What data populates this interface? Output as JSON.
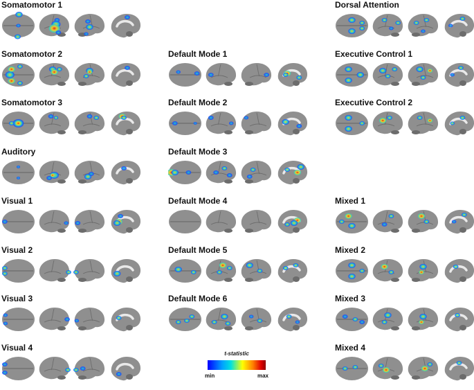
{
  "views": [
    "dorsal-view",
    "left-lateral-view",
    "right-lateral-view",
    "medial-view"
  ],
  "panels": [
    {
      "title": "Somatomotor 1",
      "blobs": [
        [
          [
            0,
            0.5,
            0.5,
            2.5
          ],
          [
            1,
            0.52,
            0.1,
            4
          ],
          [
            1,
            0.48,
            0.9,
            3.5
          ]
        ],
        [
          [
            0,
            0.58,
            0.3,
            3
          ],
          [
            1,
            0.55,
            0.45,
            5
          ],
          [
            2,
            0.5,
            0.6,
            6
          ],
          [
            0,
            0.62,
            0.75,
            3
          ]
        ],
        [
          [
            0,
            0.45,
            0.35,
            3
          ],
          [
            1,
            0.5,
            0.55,
            4
          ],
          [
            0,
            0.4,
            0.8,
            2.5
          ]
        ],
        [
          [
            0,
            0.55,
            0.2,
            3
          ]
        ]
      ]
    },
    {
      "title": "Somatomotor 2",
      "blobs": [
        [
          [
            1,
            0.25,
            0.5,
            5
          ],
          [
            2,
            0.3,
            0.3,
            4
          ],
          [
            2,
            0.3,
            0.72,
            4
          ],
          [
            1,
            0.55,
            0.2,
            3
          ],
          [
            1,
            0.55,
            0.8,
            3
          ]
        ],
        [
          [
            1,
            0.45,
            0.3,
            4
          ],
          [
            2,
            0.5,
            0.4,
            4
          ],
          [
            1,
            0.65,
            0.3,
            3
          ]
        ],
        [
          [
            1,
            0.5,
            0.35,
            4
          ],
          [
            2,
            0.5,
            0.4,
            3
          ],
          [
            1,
            0.4,
            0.55,
            3
          ]
        ],
        [
          [
            0,
            0.55,
            0.25,
            3
          ]
        ]
      ]
    },
    {
      "title": "Somatomotor 3",
      "blobs": [
        [
          [
            1,
            0.5,
            0.5,
            6
          ],
          [
            2,
            0.5,
            0.5,
            4
          ],
          [
            1,
            0.3,
            0.5,
            3
          ]
        ],
        [
          [
            0,
            0.4,
            0.25,
            3
          ],
          [
            1,
            0.55,
            0.3,
            2.5
          ]
        ],
        [
          [
            0,
            0.5,
            0.25,
            3
          ],
          [
            1,
            0.7,
            0.3,
            3
          ]
        ],
        [
          [
            2,
            0.4,
            0.25,
            4
          ],
          [
            1,
            0.45,
            0.3,
            3
          ]
        ]
      ]
    },
    {
      "title": "Auditory",
      "blobs": [
        [
          [
            0,
            0.5,
            0.3,
            2
          ],
          [
            0,
            0.5,
            0.7,
            2
          ]
        ],
        [
          [
            1,
            0.5,
            0.6,
            5
          ],
          [
            2,
            0.45,
            0.6,
            3
          ],
          [
            0,
            0.35,
            0.7,
            3
          ]
        ],
        [
          [
            1,
            0.45,
            0.65,
            4
          ],
          [
            0,
            0.55,
            0.55,
            3
          ]
        ],
        [
          [
            0,
            0.45,
            0.35,
            3
          ]
        ]
      ]
    },
    {
      "title": "Visual 1",
      "blobs": [
        [
          [
            0,
            0.1,
            0.5,
            3
          ]
        ],
        [
          [
            0,
            0.85,
            0.55,
            2.5
          ]
        ],
        [
          [
            0,
            0.15,
            0.55,
            3
          ]
        ],
        [
          [
            2,
            0.3,
            0.5,
            4
          ],
          [
            1,
            0.25,
            0.55,
            4
          ],
          [
            0,
            0.35,
            0.3,
            3
          ]
        ]
      ]
    },
    {
      "title": "Visual 2",
      "blobs": [
        [
          [
            1,
            0.1,
            0.4,
            3
          ],
          [
            1,
            0.1,
            0.6,
            3
          ]
        ],
        [
          [
            1,
            0.92,
            0.55,
            3
          ]
        ],
        [
          [
            1,
            0.1,
            0.55,
            3
          ]
        ],
        [
          [
            1,
            0.25,
            0.6,
            4
          ]
        ]
      ]
    },
    {
      "title": "Visual 3",
      "blobs": [
        [
          [
            0,
            0.12,
            0.35,
            2.5
          ],
          [
            0,
            0.12,
            0.65,
            2.5
          ]
        ],
        [
          [
            0,
            0.88,
            0.5,
            3
          ]
        ],
        [
          [
            0,
            0.12,
            0.55,
            2.5
          ]
        ],
        [
          [
            1,
            0.3,
            0.45,
            3
          ]
        ]
      ]
    },
    {
      "title": "Visual 4",
      "blobs": [
        [
          [
            0,
            0.1,
            0.35,
            3
          ],
          [
            0,
            0.1,
            0.65,
            3
          ]
        ],
        [
          [
            1,
            0.9,
            0.55,
            3
          ]
        ],
        [
          [
            0,
            0.3,
            0.5,
            3
          ],
          [
            1,
            0.1,
            0.55,
            3
          ]
        ],
        [
          [
            0,
            0.3,
            0.7,
            3
          ]
        ]
      ]
    },
    {
      "title": "Default Mode 1",
      "blobs": [
        [
          [
            0,
            0.85,
            0.45,
            3
          ],
          [
            0,
            0.3,
            0.4,
            2.5
          ]
        ],
        [
          [
            0,
            0.2,
            0.5,
            3
          ]
        ],
        [
          [
            0,
            0.8,
            0.5,
            3
          ]
        ],
        [
          [
            2,
            0.35,
            0.45,
            4
          ],
          [
            1,
            0.7,
            0.6,
            3
          ],
          [
            1,
            0.3,
            0.5,
            3
          ]
        ]
      ]
    },
    {
      "title": "Default Mode 2",
      "blobs": [
        [
          [
            0,
            0.2,
            0.5,
            3
          ],
          [
            0,
            0.8,
            0.5,
            2
          ]
        ],
        [
          [
            0,
            0.2,
            0.3,
            3
          ],
          [
            0,
            0.8,
            0.5,
            2.5
          ]
        ],
        [
          [
            0,
            0.2,
            0.3,
            2.5
          ]
        ],
        [
          [
            1,
            0.3,
            0.45,
            4
          ],
          [
            0,
            0.7,
            0.6,
            3
          ]
        ]
      ]
    },
    {
      "title": "Default Mode 3",
      "blobs": [
        [
          [
            2,
            0.1,
            0.5,
            5
          ],
          [
            1,
            0.2,
            0.5,
            4
          ],
          [
            0,
            0.6,
            0.5,
            3
          ]
        ],
        [
          [
            0,
            0.35,
            0.5,
            3
          ],
          [
            1,
            0.6,
            0.35,
            3
          ],
          [
            0,
            0.75,
            0.6,
            3
          ]
        ],
        [
          [
            1,
            0.4,
            0.4,
            3
          ],
          [
            0,
            0.3,
            0.65,
            3
          ]
        ],
        [
          [
            2,
            0.65,
            0.5,
            4
          ],
          [
            1,
            0.75,
            0.3,
            4
          ],
          [
            1,
            0.35,
            0.4,
            3
          ]
        ]
      ]
    },
    {
      "title": "Default Mode 4",
      "blobs": [
        [],
        [],
        [],
        [
          [
            2,
            0.65,
            0.45,
            4
          ],
          [
            1,
            0.55,
            0.55,
            4
          ],
          [
            1,
            0.35,
            0.6,
            3
          ]
        ]
      ]
    },
    {
      "title": "Default Mode 5",
      "blobs": [
        [
          [
            1,
            0.3,
            0.45,
            4
          ],
          [
            1,
            0.75,
            0.55,
            3
          ]
        ],
        [
          [
            2,
            0.55,
            0.3,
            4
          ],
          [
            1,
            0.45,
            0.55,
            3
          ],
          [
            1,
            0.75,
            0.4,
            3
          ]
        ],
        [
          [
            1,
            0.3,
            0.3,
            4
          ],
          [
            1,
            0.6,
            0.5,
            3
          ]
        ],
        [
          [
            1,
            0.3,
            0.4,
            3
          ],
          [
            1,
            0.6,
            0.3,
            3
          ]
        ]
      ]
    },
    {
      "title": "Default Mode 6",
      "blobs": [
        [
          [
            1,
            0.7,
            0.4,
            3
          ],
          [
            1,
            0.3,
            0.6,
            3
          ],
          [
            1,
            0.55,
            0.55,
            3
          ]
        ],
        [
          [
            1,
            0.6,
            0.4,
            4
          ],
          [
            1,
            0.3,
            0.6,
            3
          ],
          [
            1,
            0.7,
            0.65,
            3
          ]
        ],
        [
          [
            1,
            0.6,
            0.55,
            3
          ],
          [
            0,
            0.35,
            0.4,
            2.5
          ]
        ],
        [
          [
            1,
            0.4,
            0.4,
            3
          ],
          [
            0,
            0.65,
            0.6,
            2.5
          ]
        ]
      ]
    },
    {
      "title": "Dorsal Attention",
      "blobs": [
        [
          [
            1,
            0.5,
            0.3,
            4
          ],
          [
            1,
            0.5,
            0.7,
            4
          ],
          [
            1,
            0.8,
            0.4,
            3
          ],
          [
            1,
            0.8,
            0.6,
            3
          ]
        ],
        [
          [
            1,
            0.4,
            0.3,
            3
          ],
          [
            1,
            0.8,
            0.4,
            3
          ],
          [
            0,
            0.6,
            0.6,
            2.5
          ]
        ],
        [
          [
            1,
            0.3,
            0.4,
            3
          ],
          [
            1,
            0.6,
            0.3,
            3
          ],
          [
            0,
            0.5,
            0.7,
            2.5
          ]
        ],
        [
          [
            1,
            0.6,
            0.25,
            3
          ],
          [
            0,
            0.25,
            0.5,
            2.5
          ]
        ]
      ]
    },
    {
      "title": "Executive Control 1",
      "blobs": [
        [
          [
            1,
            0.4,
            0.3,
            4
          ],
          [
            1,
            0.4,
            0.7,
            4
          ],
          [
            1,
            0.75,
            0.5,
            4
          ]
        ],
        [
          [
            1,
            0.35,
            0.35,
            4
          ],
          [
            1,
            0.7,
            0.3,
            3
          ],
          [
            1,
            0.5,
            0.55,
            3
          ]
        ],
        [
          [
            1,
            0.4,
            0.3,
            4
          ],
          [
            2,
            0.7,
            0.35,
            3
          ],
          [
            1,
            0.5,
            0.6,
            3
          ]
        ],
        [
          [
            1,
            0.55,
            0.25,
            3
          ],
          [
            0,
            0.3,
            0.5,
            2.5
          ]
        ]
      ]
    },
    {
      "title": "Executive Control 2",
      "blobs": [
        [
          [
            1,
            0.4,
            0.3,
            4
          ],
          [
            1,
            0.4,
            0.7,
            4
          ],
          [
            1,
            0.8,
            0.5,
            3
          ]
        ],
        [
          [
            2,
            0.35,
            0.4,
            4
          ],
          [
            1,
            0.55,
            0.3,
            3
          ]
        ],
        [
          [
            1,
            0.4,
            0.3,
            3
          ],
          [
            2,
            0.7,
            0.4,
            3
          ]
        ],
        [
          [
            1,
            0.6,
            0.3,
            3
          ],
          [
            1,
            0.3,
            0.5,
            2.5
          ]
        ]
      ]
    },
    {
      "title": "Mixed 1",
      "blobs": [
        [
          [
            2,
            0.4,
            0.3,
            4
          ],
          [
            1,
            0.5,
            0.65,
            4
          ],
          [
            1,
            0.2,
            0.5,
            3
          ]
        ],
        [
          [
            1,
            0.6,
            0.3,
            3
          ],
          [
            0,
            0.4,
            0.6,
            3
          ]
        ],
        [
          [
            2,
            0.45,
            0.3,
            4
          ],
          [
            1,
            0.6,
            0.5,
            3
          ]
        ],
        [
          [
            1,
            0.65,
            0.25,
            3
          ],
          [
            0,
            0.35,
            0.5,
            2.5
          ]
        ]
      ]
    },
    {
      "title": "Mixed 2",
      "blobs": [
        [
          [
            1,
            0.5,
            0.3,
            4
          ],
          [
            1,
            0.5,
            0.7,
            4
          ],
          [
            1,
            0.8,
            0.5,
            3
          ]
        ],
        [
          [
            2,
            0.4,
            0.35,
            4
          ],
          [
            1,
            0.6,
            0.55,
            3
          ]
        ],
        [
          [
            1,
            0.5,
            0.35,
            4
          ],
          [
            2,
            0.45,
            0.55,
            3
          ]
        ],
        [
          [
            1,
            0.4,
            0.35,
            3
          ]
        ]
      ]
    },
    {
      "title": "Mixed 3",
      "blobs": [
        [
          [
            0,
            0.3,
            0.4,
            3
          ],
          [
            1,
            0.6,
            0.5,
            3
          ],
          [
            0,
            0.8,
            0.6,
            3
          ]
        ],
        [
          [
            1,
            0.5,
            0.35,
            4
          ],
          [
            1,
            0.4,
            0.6,
            3
          ]
        ],
        [
          [
            1,
            0.5,
            0.4,
            4
          ],
          [
            2,
            0.45,
            0.6,
            3
          ]
        ],
        [
          [
            1,
            0.45,
            0.35,
            3
          ]
        ]
      ]
    },
    {
      "title": "Mixed 4",
      "blobs": [
        [
          [
            1,
            0.3,
            0.5,
            3
          ],
          [
            1,
            0.6,
            0.45,
            3
          ]
        ],
        [
          [
            2,
            0.45,
            0.55,
            4
          ],
          [
            1,
            0.3,
            0.4,
            3
          ]
        ],
        [
          [
            2,
            0.55,
            0.5,
            4
          ],
          [
            1,
            0.7,
            0.35,
            3
          ]
        ],
        [
          [
            1,
            0.5,
            0.3,
            3
          ]
        ]
      ]
    }
  ],
  "legend": {
    "title": "t-statistic",
    "min": "min",
    "max": "max"
  },
  "colors": {
    "cortex": "#8f8f8f",
    "cortex_dark": "#6c6c6c",
    "low": "#1c3cff",
    "mid": "#19d1d1",
    "high": "#ffd21a",
    "peak": "#e21b1b"
  }
}
